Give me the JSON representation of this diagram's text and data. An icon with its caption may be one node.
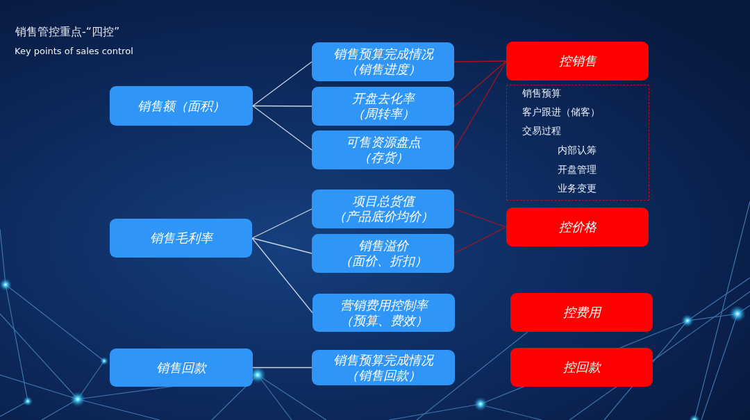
{
  "diagram": {
    "title": "销售管控重点-“四控”",
    "nodes": [
      {
        "text": [
          "销售额（面积）"
        ]
      },
      {
        "text": [
          "销售预算完成情况",
          "（销售进度）"
        ]
      },
      {
        "text": [
          "开盘去化率",
          "（周转率）"
        ]
      },
      {
        "text": [
          "可售资源盘点",
          "（存货）"
        ]
      },
      {
        "text": [
          "控销售"
        ]
      },
      {
        "text": [
          "销售预算",
          "客户跟进（储客）",
          "交易过程",
          "内部认筹",
          "开盘管理",
          "业务变更"
        ]
      },
      {
        "text": [
          "销售毛利率"
        ]
      },
      {
        "text": [
          "项目总货值",
          "（产品底价均价）"
        ]
      },
      {
        "text": [
          "销售溢价",
          "（面价、折扣）"
        ]
      },
      {
        "text": [
          "控价格"
        ]
      },
      {
        "text": [
          "营销费用控制率",
          "（预算、费效）"
        ]
      },
      {
        "text": [
          "控费用"
        ]
      },
      {
        "text": [
          "销售回款"
        ]
      },
      {
        "text": [
          "销售预算完成情况",
          "（销售回款）"
        ]
      },
      {
        "text": [
          "控回款"
        ]
      }
    ],
    "edges": [
      {
        "from": 0,
        "to": 1,
        "arrow": "none"
      },
      {
        "from": 0,
        "to": 2,
        "arrow": "none"
      },
      {
        "from": 0,
        "to": 3,
        "arrow": "none"
      },
      {
        "from": 1,
        "to": 4,
        "arrow": "none",
        "color": "#a8141e"
      },
      {
        "from": 2,
        "to": 4,
        "arrow": "none",
        "color": "#a8141e"
      },
      {
        "from": 3,
        "to": 4,
        "arrow": "none",
        "color": "#a8141e"
      },
      {
        "from": 6,
        "to": 7,
        "arrow": "none"
      },
      {
        "from": 6,
        "to": 8,
        "arrow": "none"
      },
      {
        "from": 6,
        "to": 10,
        "arrow": "none"
      },
      {
        "from": 7,
        "to": 9,
        "arrow": "none",
        "color": "#a8141e"
      },
      {
        "from": 8,
        "to": 9,
        "arrow": "none",
        "color": "#a8141e"
      },
      {
        "from": 12,
        "to": 13,
        "arrow": "none"
      }
    ],
    "labels": [
      "Key points of sales control"
    ]
  }
}
